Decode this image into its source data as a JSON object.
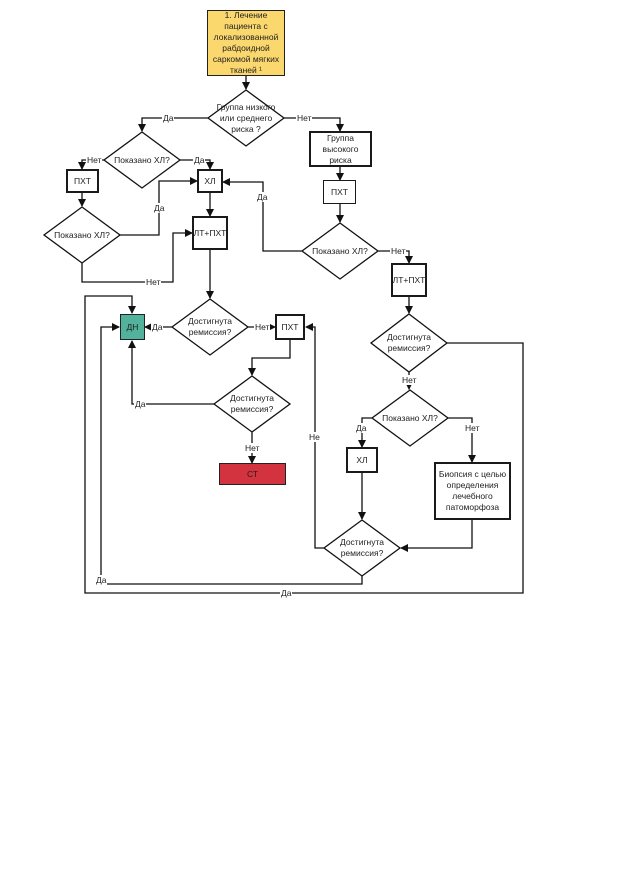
{
  "diagram": {
    "nodes": {
      "start": "1. Лечение пациента с локализованной рабдоидной саркомой мягких тканей ¹",
      "q_risk": "Группа низкого или среднего риска ?",
      "high_risk": "Группа высокого риска",
      "q_hl_left": "Показано ХЛ?",
      "pht_left": "ПХТ",
      "q_hl_left2": "Показано ХЛ?",
      "hl_center": "ХЛ",
      "lt_pht_center": "ЛТ+ПХТ",
      "pht_right": "ПХТ",
      "q_hl_right": "Показано ХЛ?",
      "lt_pht_right": "ЛТ+ПХТ",
      "dn": "ДН",
      "q_rem_center": "Достигнута ремиссия?",
      "pht_center2": "ПХТ",
      "q_rem_center2": "Достигнута ремиссия?",
      "st": "СТ",
      "q_rem_right": "Достигнута ремиссия?",
      "q_hl_right2": "Показано ХЛ?",
      "hl_right": "ХЛ",
      "biopsy": "Биопсия с целью определения лечебного патоморфоза",
      "q_rem_bottom": "Достигнута ремиссия?"
    },
    "edge_labels": {
      "risk_yes": "Да",
      "risk_no": "Нет",
      "hl_left_no": "Нет",
      "hl_left_yes": "Да",
      "hl_left2_yes": "Да",
      "hl_left2_no": "Нет",
      "hl_right_yes": "Да",
      "hl_right_no": "Нет",
      "rem_center_yes": "Да",
      "rem_center_no": "Нет",
      "rem_center2_yes": "Да",
      "rem_center2_no": "Нет",
      "rem_right_no": "Нет",
      "hl_right2_yes": "Да",
      "hl_right2_no": "Нет",
      "rem_bottom_no": "Не",
      "rem_bottom_yes": "Да",
      "rem_right_yes": "Да"
    },
    "colors": {
      "start": "#fbd86e",
      "dn": "#53b29b",
      "st": "#d3323f"
    }
  }
}
